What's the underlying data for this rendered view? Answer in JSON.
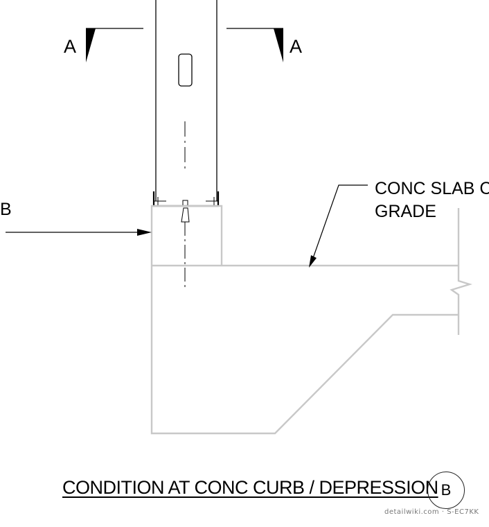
{
  "section_marks": {
    "left": "A",
    "right": "A"
  },
  "elevation_mark": "B",
  "callout": {
    "line1": "CONC SLAB C",
    "line2": "GRADE"
  },
  "title": "CONDITION AT CONC CURB / DEPRESSION",
  "detail_tag": "B",
  "watermark": "detailwiki.com · S-EC7KK",
  "colors": {
    "line": "#000000",
    "concrete": "#c8c8c8",
    "text": "#000000"
  }
}
